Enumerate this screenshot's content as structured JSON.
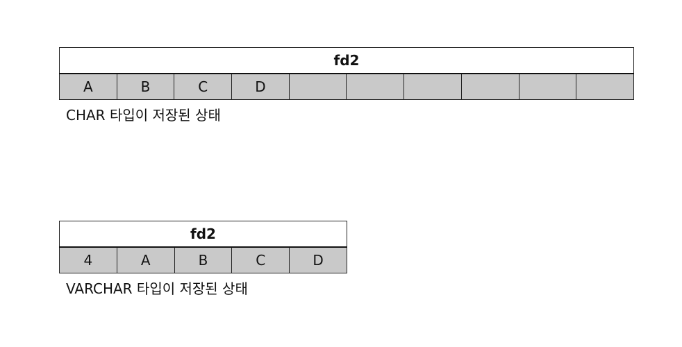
{
  "char_diagram": {
    "header": "fd2",
    "cells": [
      "A",
      "B",
      "C",
      "D",
      "",
      "",
      "",
      "",
      "",
      ""
    ],
    "caption": "CHAR 타입이 저장된 상태"
  },
  "varchar_diagram": {
    "header": "fd2",
    "cells": [
      "4",
      "A",
      "B",
      "C",
      "D"
    ],
    "caption": "VARCHAR 타입이 저장된 상태"
  },
  "colors": {
    "cell_fill": "#c9c9c9",
    "border": "#222222"
  }
}
